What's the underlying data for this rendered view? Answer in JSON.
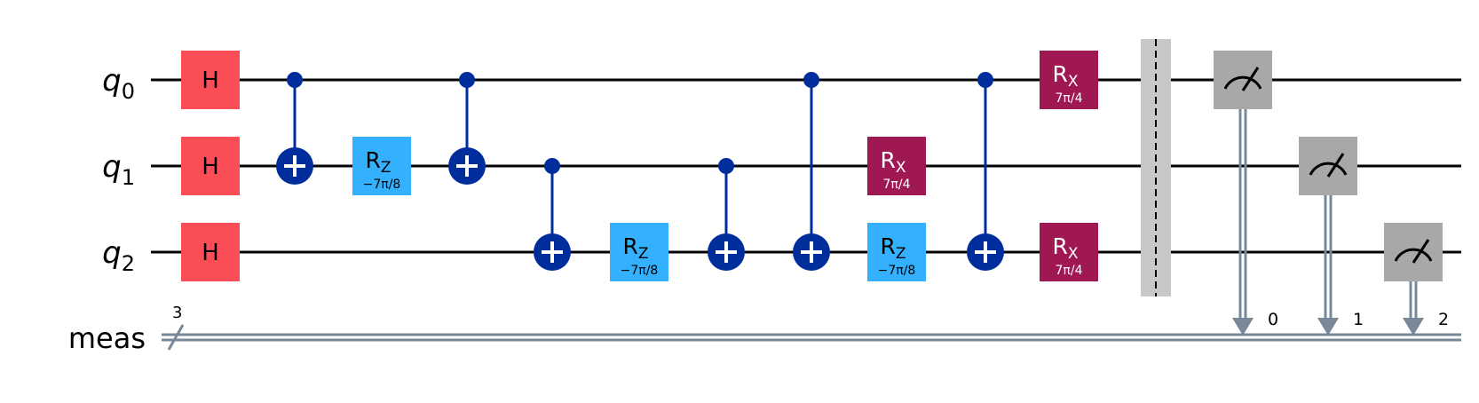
{
  "wires": {
    "qubits": [
      {
        "letter": "q",
        "index": "0"
      },
      {
        "letter": "q",
        "index": "1"
      },
      {
        "letter": "q",
        "index": "2"
      }
    ],
    "classical": {
      "label": "meas",
      "bus_size": "3"
    }
  },
  "colors": {
    "h_gate": "#fa4d56",
    "rz_gate": "#33b1ff",
    "rx_gate": "#9f1853",
    "cnot": "#002d9c",
    "measure": "#a8a8a8",
    "classical_wire": "#778899",
    "barrier": "#c8c8c8",
    "wire": "#000000"
  },
  "gates": [
    {
      "type": "h",
      "qubit": 0,
      "column": 0,
      "label": "H"
    },
    {
      "type": "h",
      "qubit": 1,
      "column": 0,
      "label": "H"
    },
    {
      "type": "h",
      "qubit": 2,
      "column": 0,
      "label": "H"
    },
    {
      "type": "cx",
      "control": 0,
      "target": 1,
      "column": 1
    },
    {
      "type": "rz",
      "qubit": 1,
      "column": 2,
      "label": "R",
      "subscript": "Z",
      "param": "−7π/8"
    },
    {
      "type": "cx",
      "control": 0,
      "target": 1,
      "column": 3
    },
    {
      "type": "cx",
      "control": 1,
      "target": 2,
      "column": 4
    },
    {
      "type": "rz",
      "qubit": 2,
      "column": 5,
      "label": "R",
      "subscript": "Z",
      "param": "−7π/8"
    },
    {
      "type": "cx",
      "control": 1,
      "target": 2,
      "column": 6
    },
    {
      "type": "cx",
      "control": 0,
      "target": 2,
      "column": 7
    },
    {
      "type": "rx",
      "qubit": 1,
      "column": 8,
      "label": "R",
      "subscript": "X",
      "param": "7π/4"
    },
    {
      "type": "rz",
      "qubit": 2,
      "column": 8,
      "label": "R",
      "subscript": "Z",
      "param": "−7π/8"
    },
    {
      "type": "cx",
      "control": 0,
      "target": 2,
      "column": 9
    },
    {
      "type": "rx",
      "qubit": 0,
      "column": 10,
      "label": "R",
      "subscript": "X",
      "param": "7π/4"
    },
    {
      "type": "rx",
      "qubit": 2,
      "column": 10,
      "label": "R",
      "subscript": "X",
      "param": "7π/4"
    },
    {
      "type": "barrier",
      "column": 11
    },
    {
      "type": "measure",
      "qubit": 0,
      "column": 12,
      "clbit": "0"
    },
    {
      "type": "measure",
      "qubit": 1,
      "column": 13,
      "clbit": "1"
    },
    {
      "type": "measure",
      "qubit": 2,
      "column": 14,
      "clbit": "2"
    }
  ]
}
